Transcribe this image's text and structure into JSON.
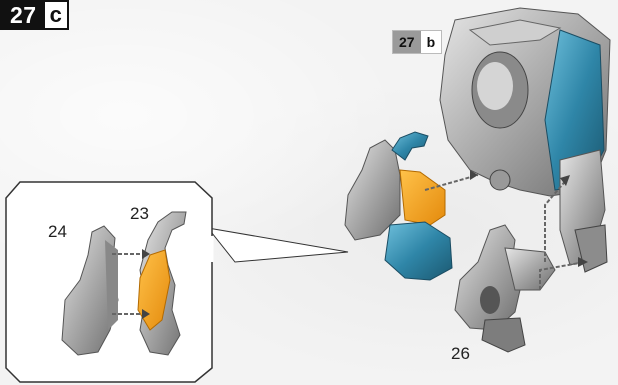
{
  "step_main": {
    "number": "27",
    "letter": "c"
  },
  "step_sub": {
    "number": "27",
    "letter": "b"
  },
  "part_labels": {
    "p24": "24",
    "p23": "23",
    "p26": "26"
  },
  "colors": {
    "metal": "#b8b8b8",
    "metal_dark": "#7c7c7c",
    "blue": "#3a8fb0",
    "orange": "#f0a020",
    "arrow": "#666666"
  }
}
